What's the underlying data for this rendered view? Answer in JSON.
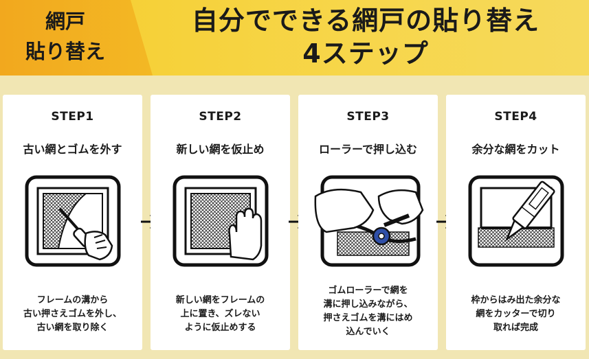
{
  "header": {
    "tag_line1": "網戸",
    "tag_line2": "貼り替え",
    "title_line1": "自分でできる網戸の貼り替え",
    "title_line2": "4ステップ"
  },
  "steps": [
    {
      "label": "STEP1",
      "title": "古い網とゴムを外す",
      "desc": [
        "フレームの溝から",
        "古い押さえゴムを外し、",
        "古い網を取り除く"
      ],
      "icon": "screwdriver-frame-icon"
    },
    {
      "label": "STEP2",
      "title": "新しい網を仮止め",
      "desc": [
        "新しい網をフレームの",
        "上に置き、ズレない",
        "ように仮止めする"
      ],
      "icon": "hand-net-icon"
    },
    {
      "label": "STEP3",
      "title": "ローラーで押し込む",
      "desc": [
        "ゴムローラーで網を",
        "溝に押し込みながら、",
        "押さえゴムを溝にはめ",
        "込んでいく"
      ],
      "icon": "roller-icon"
    },
    {
      "label": "STEP4",
      "title": "余分な網をカット",
      "desc": [
        "枠からはみ出た余分な",
        "網をカッターで切り",
        "取れば完成"
      ],
      "icon": "cutter-icon"
    }
  ],
  "colors": {
    "background": "#f1e6b3",
    "header_yellow": "#f5cd2c",
    "tag_orange": "#f2a81e",
    "roller_blue": "#2f4fa8"
  }
}
